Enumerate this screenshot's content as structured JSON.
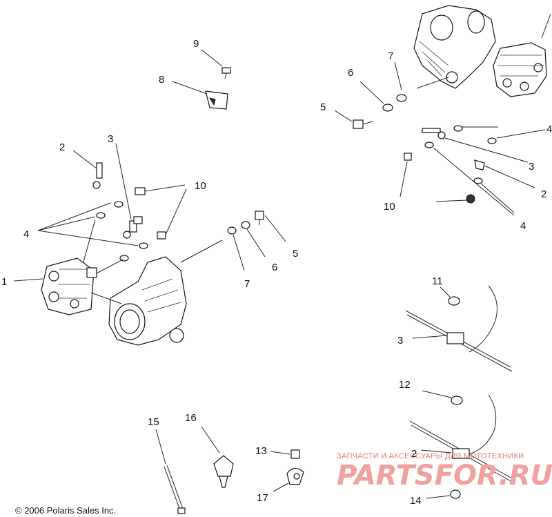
{
  "callouts": [
    "1",
    "2",
    "3",
    "4",
    "5",
    "6",
    "7",
    "8",
    "9",
    "10",
    "11",
    "12",
    "13",
    "14",
    "15",
    "16",
    "17"
  ],
  "copyright": "© 2006 Polaris Sales Inc.",
  "watermark": {
    "tagline": "ЗАПЧАСТИ И АКСЕССУАРЫ ДЛЯ МОТОТЕХНИКИ",
    "brand": "PARTSFOR.RU"
  }
}
